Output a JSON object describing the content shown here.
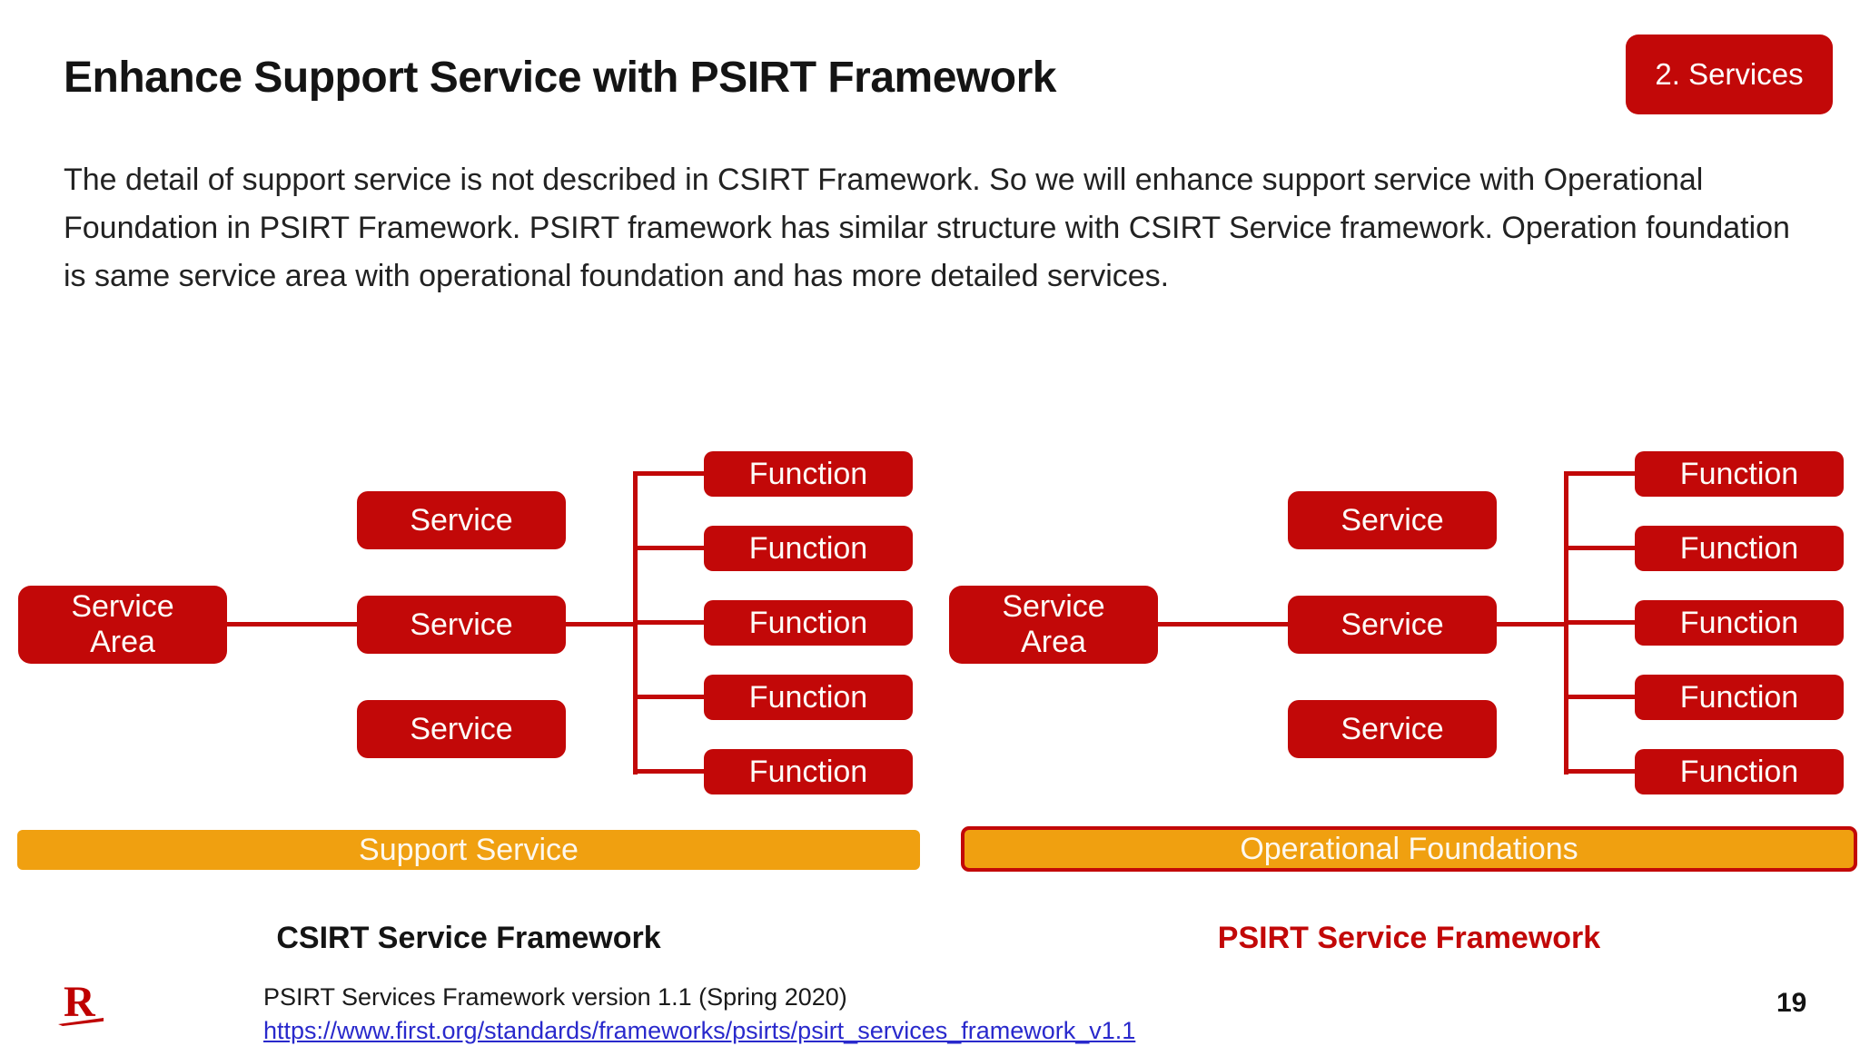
{
  "slide": {
    "title": "Enhance Support Service with PSIRT Framework",
    "badge": "2. Services",
    "paragraph": "The detail of support service is not described in CSIRT Framework. So we will enhance support service with Operational Foundation in PSIRT Framework. PSIRT framework has similar structure with CSIRT Service framework. Operation foundation is same service area with operational foundation and has more detailed services.",
    "page_number": "19"
  },
  "colors": {
    "box_red": "#C20808",
    "banner_orange": "#F0A010",
    "link_blue": "#2929CC",
    "logo_red": "#BF0000"
  },
  "diagram": {
    "left": {
      "service_area": "Service Area",
      "services": [
        "Service",
        "Service",
        "Service"
      ],
      "functions": [
        "Function",
        "Function",
        "Function",
        "Function",
        "Function"
      ],
      "banner": "Support Service",
      "caption": "CSIRT Service Framework"
    },
    "right": {
      "service_area": "Service Area",
      "services": [
        "Service",
        "Service",
        "Service"
      ],
      "functions": [
        "Function",
        "Function",
        "Function",
        "Function",
        "Function"
      ],
      "banner": "Operational Foundations",
      "caption": "PSIRT Service Framework"
    }
  },
  "footer": {
    "source_line": "PSIRT Services Framework version 1.1 (Spring 2020)",
    "link": "https://www.first.org/standards/frameworks/psirts/psirt_services_framework_v1.1",
    "logo_letter": "R"
  }
}
